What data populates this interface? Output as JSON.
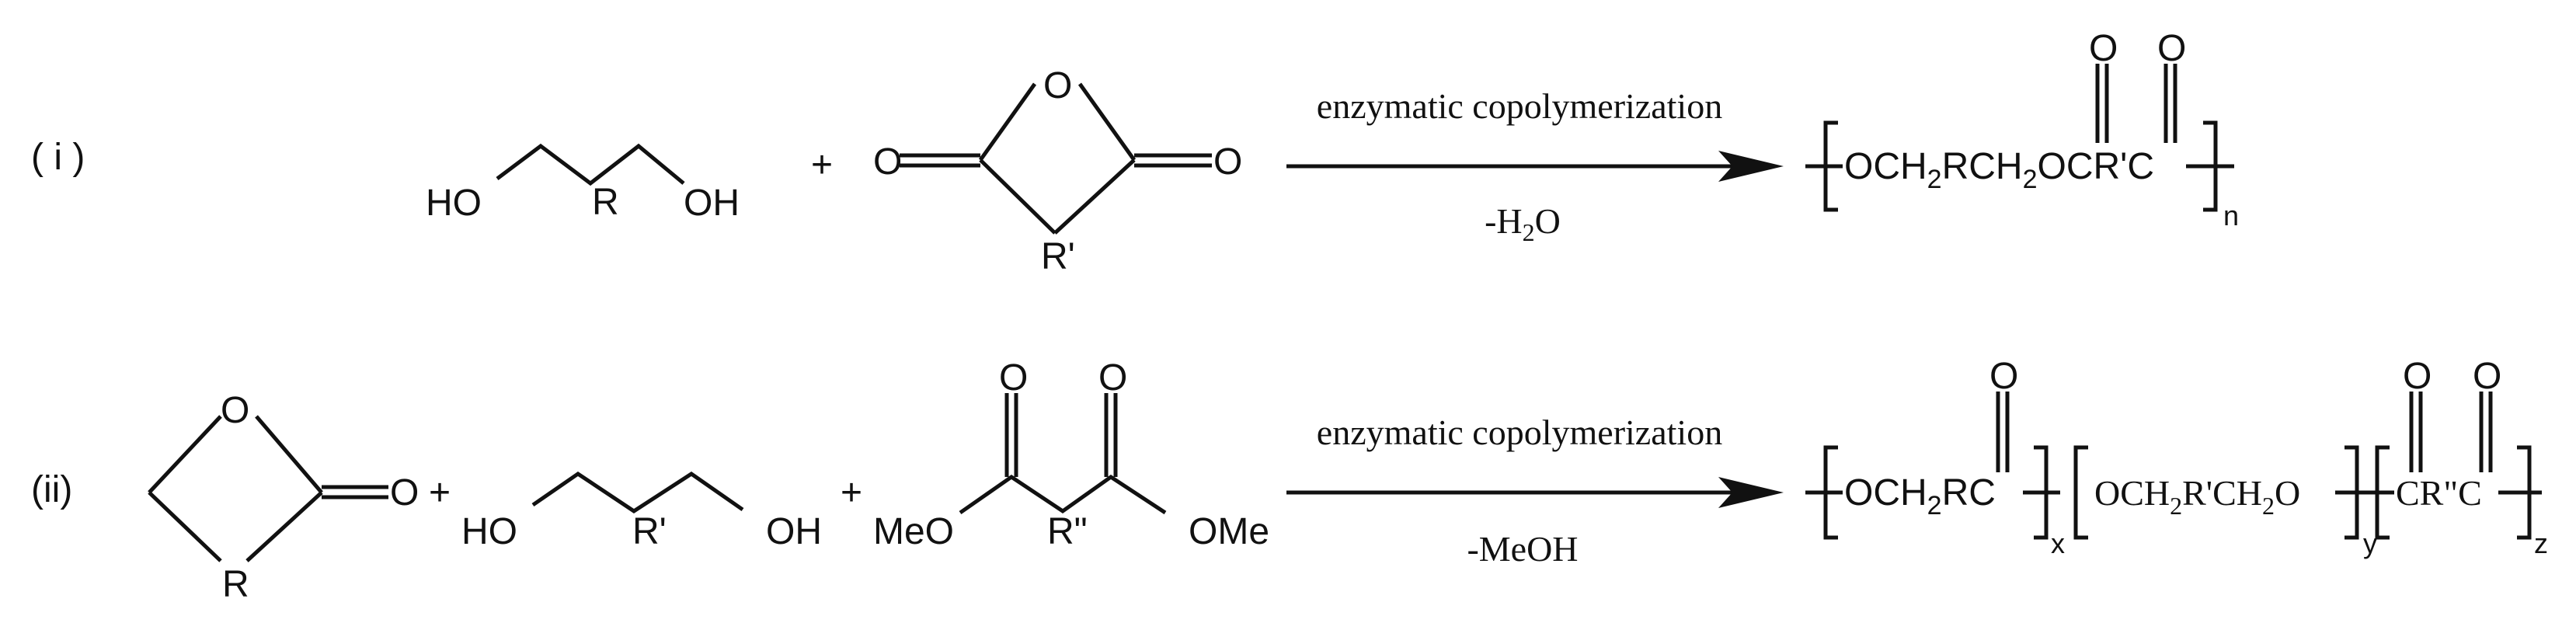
{
  "reaction_i": {
    "label": "( i )",
    "diol": {
      "ho": "HO",
      "r": "R",
      "oh": "OH"
    },
    "plus": "+",
    "anhydride": {
      "o_ring": "O",
      "o_left": "O",
      "o_right": "O",
      "r": "R'"
    },
    "condition_above": "enzymatic copolymerization",
    "condition_below": {
      "pre": "-H",
      "sub": "2",
      "post": "O"
    },
    "product": {
      "seg1": "OCH",
      "sub1": "2",
      "seg2": "RCH",
      "sub2": "2",
      "seg3": "OCR'C",
      "carbonyl_o1": "O",
      "carbonyl_o2": "O",
      "subscript_n": "n"
    }
  },
  "reaction_ii": {
    "label": "(ii)",
    "lactone": {
      "o_ring": "O",
      "r": "R",
      "carbonyl": "O"
    },
    "plus1": "+",
    "diol": {
      "ho": "HO",
      "r": "R'",
      "oh": "OH"
    },
    "plus2": "+",
    "diester": {
      "meo": "MeO",
      "r": "R\"",
      "ome": "OMe",
      "o1": "O",
      "o2": "O"
    },
    "condition_above": "enzymatic copolymerization",
    "condition_below": "-MeOH",
    "product": {
      "x_unit": {
        "seg1": "OCH",
        "sub": "2",
        "seg2": "RC",
        "carbonyl_o": "O",
        "subscript": "x"
      },
      "y_unit": {
        "seg1": "OCH",
        "sub1": "2",
        "seg2": "R'CH",
        "sub2": "2",
        "seg3": "O",
        "subscript": "y"
      },
      "z_unit": {
        "text": "CR\"C",
        "carbonyl_o1": "O",
        "carbonyl_o2": "O",
        "subscript": "z"
      }
    }
  }
}
